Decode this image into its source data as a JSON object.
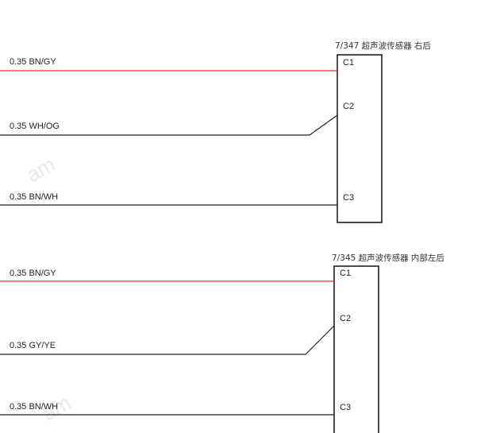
{
  "watermark": "am",
  "colors": {
    "red_wire": "#e03030",
    "black_wire": "#222222",
    "box": "#111111"
  },
  "components": [
    {
      "title": "7/347 超声波传感器 右后",
      "wires": [
        {
          "label": "0.35 BN/GY",
          "pin": "C1",
          "color": "red"
        },
        {
          "label": "0.35 WH/OG",
          "pin": "C2",
          "color": "black"
        },
        {
          "label": "0.35 BN/WH",
          "pin": "C3",
          "color": "black"
        }
      ]
    },
    {
      "title": "7/345 超声波传感器 内部左后",
      "wires": [
        {
          "label": "0.35 BN/GY",
          "pin": "C1",
          "color": "red"
        },
        {
          "label": "0.35 GY/YE",
          "pin": "C2",
          "color": "black"
        },
        {
          "label": "0.35 BN/WH",
          "pin": "C3",
          "color": "black"
        }
      ]
    }
  ]
}
